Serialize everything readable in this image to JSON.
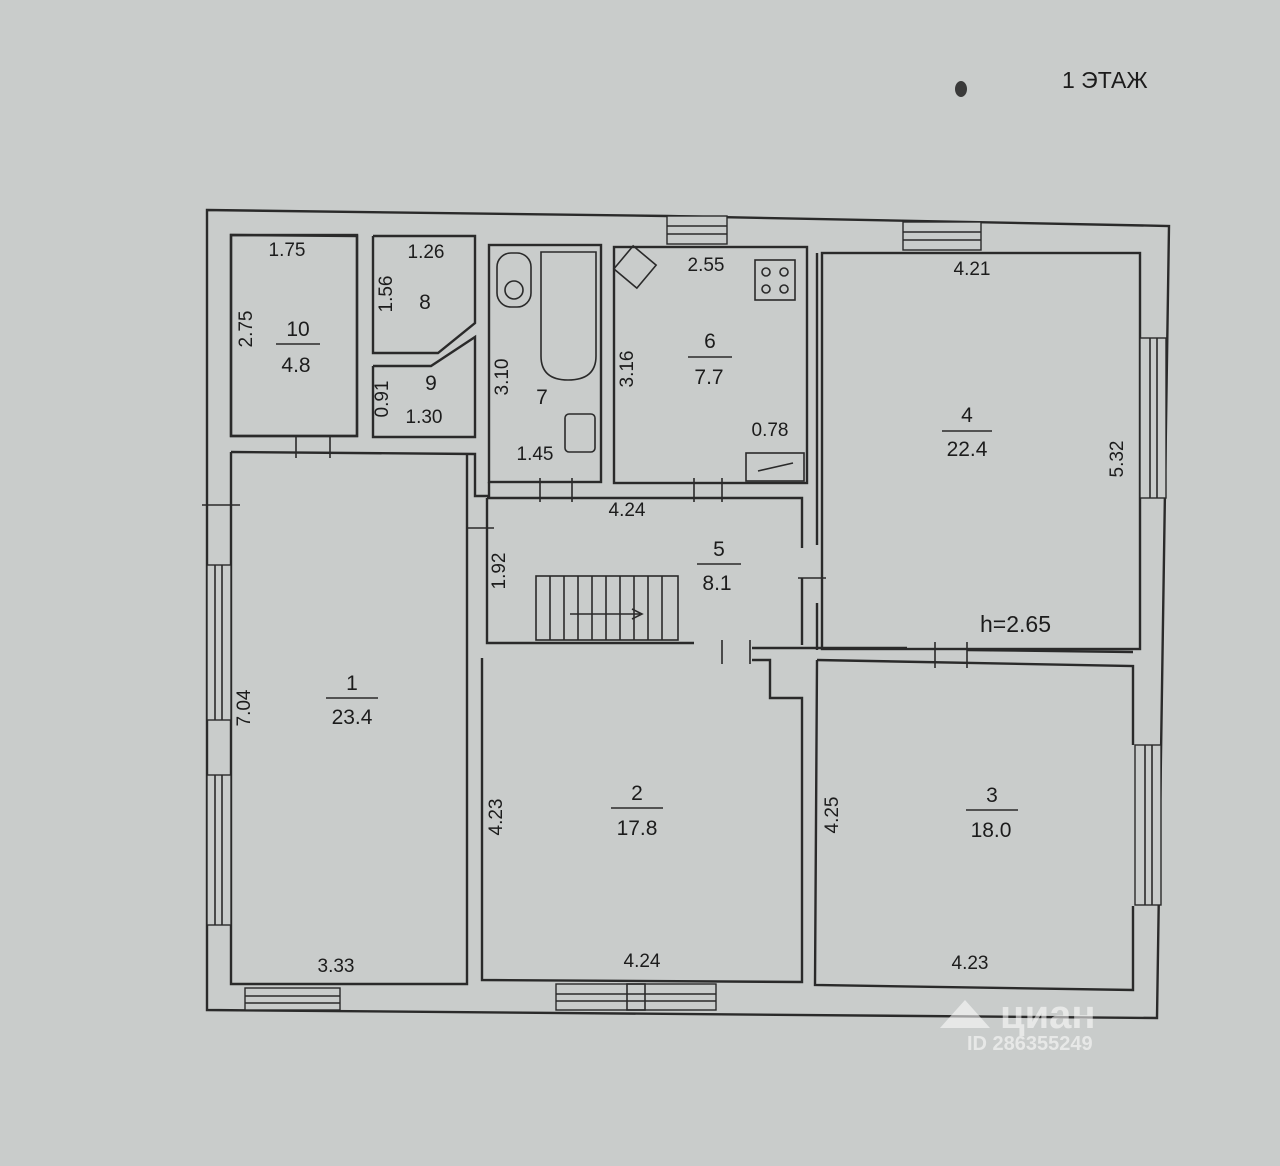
{
  "floor_title": "1 ЭТАЖ",
  "ceiling_height": "h=2.65",
  "rooms": [
    {
      "number": "1",
      "area": "23.4"
    },
    {
      "number": "2",
      "area": "17.8"
    },
    {
      "number": "3",
      "area": "18.0"
    },
    {
      "number": "4",
      "area": "22.4"
    },
    {
      "number": "5",
      "area": "8.1"
    },
    {
      "number": "6",
      "area": "7.7"
    },
    {
      "number": "7"
    },
    {
      "number": "8"
    },
    {
      "number": "9"
    },
    {
      "number": "10",
      "area": "4.8"
    }
  ],
  "dimensions": {
    "r10_width": "1.75",
    "r10_depth": "2.75",
    "r8_width": "1.26",
    "r8_depth": "1.56",
    "r9_width": "1.30",
    "r9_depth": "0.91",
    "r7_depth": "3.10",
    "r7_width": "1.45",
    "r6_width": "2.55",
    "r6_depth": "3.16",
    "r6_niche": "0.78",
    "r4_width": "4.21",
    "r4_depth": "5.32",
    "r5_width": "4.24",
    "r5_depth": "1.92",
    "r1_depth": "7.04",
    "r1_width": "3.33",
    "r2_depth": "4.23",
    "r2_width": "4.24",
    "r3_depth": "4.25",
    "r3_width": "4.23"
  },
  "watermark": {
    "brand": "циан",
    "listing_id": "ID 286355249"
  }
}
